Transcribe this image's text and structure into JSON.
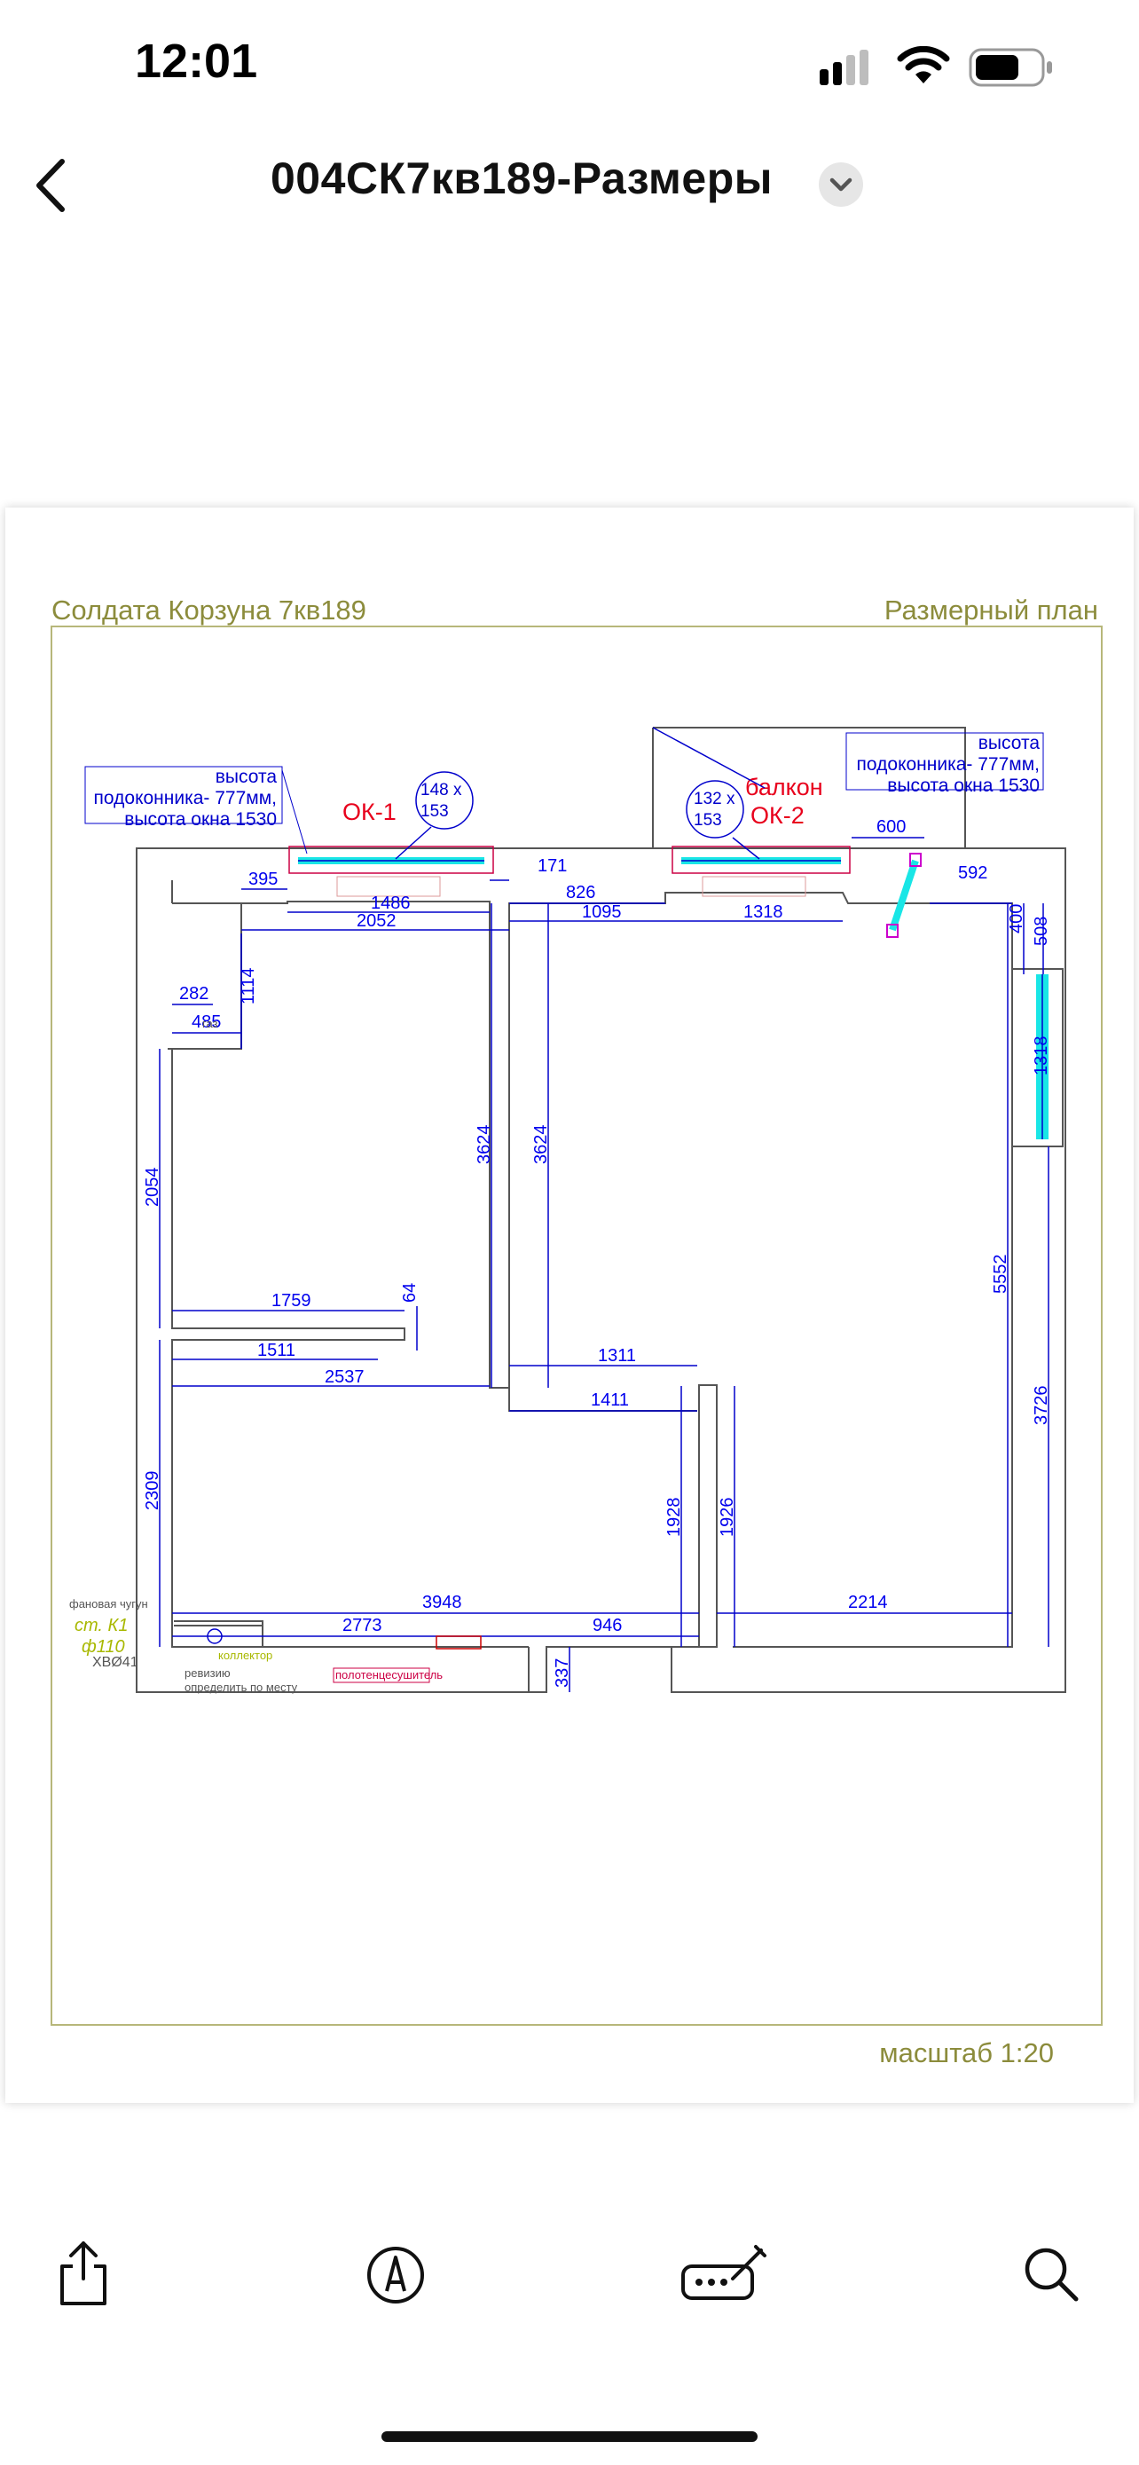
{
  "status_bar": {
    "time": "12:01"
  },
  "nav": {
    "title": "004СК7кв189-Размеры"
  },
  "sheet": {
    "header_left": "Солдата Корзуна 7кв189",
    "header_right": "Размерный план",
    "scale": "масштаб 1:20"
  },
  "plan": {
    "windows": [
      {
        "label": "ОК-1",
        "size_line1": "148 x",
        "size_line2": "153"
      },
      {
        "label": "ОК-2",
        "size_line1": "132 x",
        "size_line2": "153"
      }
    ],
    "balcony": "балкон",
    "sill_notes": [
      {
        "l1": "высота",
        "l2": "подоконника- 777мм,",
        "l3": "высота окна 1530"
      },
      {
        "l1": "высота",
        "l2": "подоконника- 777мм,",
        "l3": "высота окна 1530"
      }
    ],
    "dims": [
      "395",
      "1486",
      "2052",
      "171",
      "826",
      "1095",
      "1318",
      "600",
      "592",
      "400",
      "508",
      "1318",
      "1114",
      "282",
      "485",
      "2054",
      "3624",
      "3624",
      "1759",
      "64",
      "1511",
      "2537",
      "1311",
      "1411",
      "5552",
      "3726",
      "2309",
      "1928",
      "1926",
      "3948",
      "2214",
      "2773",
      "946",
      "337"
    ],
    "utility_labels": {
      "gas": "газ",
      "fan_pipe": "фановая чугун",
      "k1": "ст. К1",
      "d110": "ф110",
      "xvo": "ХВØ41",
      "collector": "коллектор",
      "revision1": "ревизию",
      "revision2": "определить по месту",
      "towel": "полотенцесушитель"
    }
  },
  "colors": {
    "accent_text": "#8c8c3c",
    "dimension": "#0000ee",
    "label_red": "#e8001c",
    "glass": "#19e6e6"
  }
}
